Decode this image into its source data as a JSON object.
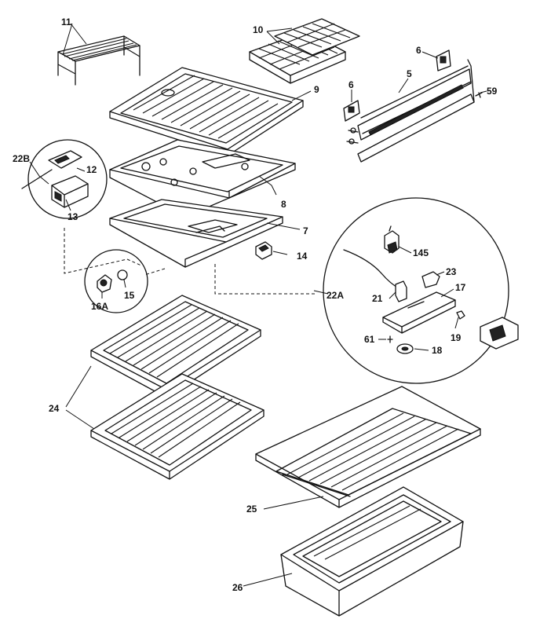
{
  "callouts": {
    "c11": "11",
    "c10": "10",
    "c6a": "6",
    "c6b": "6",
    "c5": "5",
    "c59": "59",
    "c9": "9",
    "c22b": "22B",
    "c12": "12",
    "c13": "13",
    "c8": "8",
    "c7": "7",
    "c14": "14",
    "c145": "145",
    "c23": "23",
    "c17": "17",
    "c22a": "22A",
    "c21": "21",
    "c16a": "16A",
    "c15": "15",
    "c19": "19",
    "c61": "61",
    "c18": "18",
    "c24": "24",
    "c25": "25",
    "c26": "26"
  }
}
